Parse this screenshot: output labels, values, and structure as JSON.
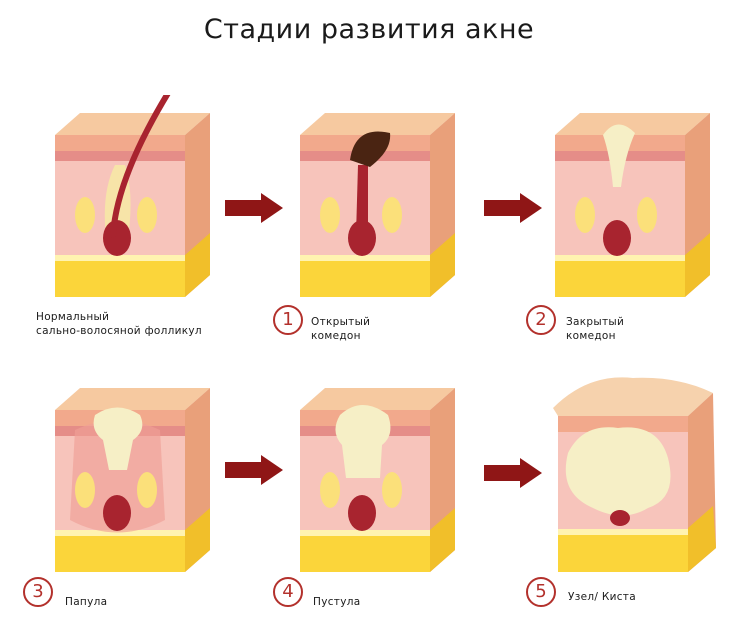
{
  "title": "Стадии развития акне",
  "stages": [
    {
      "number": "",
      "label_line1": "Нормальный",
      "label_line2": "сально-волосяной фолликул"
    },
    {
      "number": "1",
      "label_line1": "Открытый",
      "label_line2": "комедон"
    },
    {
      "number": "2",
      "label_line1": "Закрытый",
      "label_line2": "комедон"
    },
    {
      "number": "3",
      "label_line1": "Папула",
      "label_line2": ""
    },
    {
      "number": "4",
      "label_line1": "Пустула",
      "label_line2": ""
    },
    {
      "number": "5",
      "label_line1": "Узел/ Киста",
      "label_line2": ""
    }
  ],
  "colors": {
    "skin_top": "#f6c9a0",
    "skin_side": "#e9a07a",
    "dermis": "#f7c4bb",
    "dermis_dark": "#e58d88",
    "fat": "#fbd53a",
    "hair": "#a8242f",
    "comedone_dark": "#4a2412",
    "pus": "#f6efc6",
    "arrow": "#8f1616",
    "number_ring": "#b3312c"
  }
}
